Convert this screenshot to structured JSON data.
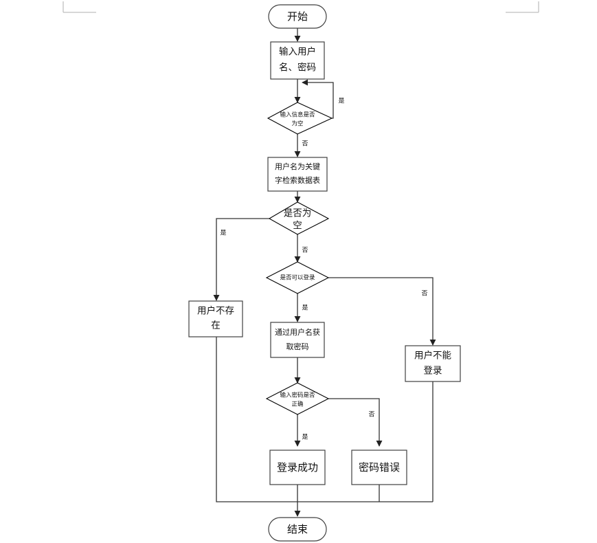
{
  "document": {
    "page_background": "#ffffff",
    "line_color": "#333333",
    "text_color": "#111111",
    "margin_marker_color": "#bfbfbf"
  },
  "chart_data": {
    "type": "flowchart",
    "title": "",
    "orientation": "top-to-bottom",
    "nodes": [
      {
        "id": "start",
        "shape": "terminator",
        "label": "开始",
        "lines": [
          "开始"
        ]
      },
      {
        "id": "input",
        "shape": "process",
        "label": "输入用户名、密码",
        "lines": [
          "输入用户",
          "名、密码"
        ]
      },
      {
        "id": "empty_check",
        "shape": "decision",
        "label": "输入信息是否为空",
        "lines": [
          "输入信息是否",
          "为空"
        ]
      },
      {
        "id": "search_db",
        "shape": "process",
        "label": "用户名为关键字检索数据表",
        "lines": [
          "用户名为关键",
          "字检索数据表"
        ]
      },
      {
        "id": "is_empty",
        "shape": "decision",
        "label": "是否为空",
        "lines": [
          "是否为",
          "空"
        ]
      },
      {
        "id": "can_login",
        "shape": "decision",
        "label": "是否可以登录",
        "lines": [
          "是否可以登录"
        ]
      },
      {
        "id": "no_user",
        "shape": "process",
        "label": "用户不存在",
        "lines": [
          "用户不存",
          "在"
        ]
      },
      {
        "id": "get_password",
        "shape": "process",
        "label": "通过用户名获取密码",
        "lines": [
          "通过用户名获",
          "取密码"
        ]
      },
      {
        "id": "cannot_login",
        "shape": "process",
        "label": "用户不能登录",
        "lines": [
          "用户不能",
          "登录"
        ]
      },
      {
        "id": "pwd_check",
        "shape": "decision",
        "label": "输入密码是否正确",
        "lines": [
          "输入密码是否",
          "正确"
        ]
      },
      {
        "id": "login_ok",
        "shape": "process",
        "label": "登录成功",
        "lines": [
          "登录成功"
        ]
      },
      {
        "id": "pwd_error",
        "shape": "process",
        "label": "密码错误",
        "lines": [
          "密码错误"
        ]
      },
      {
        "id": "end",
        "shape": "terminator",
        "label": "结束",
        "lines": [
          "结束"
        ]
      }
    ],
    "edges": [
      {
        "from": "start",
        "to": "input",
        "label": ""
      },
      {
        "from": "input",
        "to": "empty_check",
        "label": ""
      },
      {
        "from": "empty_check",
        "to": "input",
        "label": "是"
      },
      {
        "from": "empty_check",
        "to": "search_db",
        "label": "否"
      },
      {
        "from": "search_db",
        "to": "is_empty",
        "label": ""
      },
      {
        "from": "is_empty",
        "to": "no_user",
        "label": "是"
      },
      {
        "from": "is_empty",
        "to": "can_login",
        "label": "否"
      },
      {
        "from": "can_login",
        "to": "cannot_login",
        "label": "否"
      },
      {
        "from": "can_login",
        "to": "get_password",
        "label": "是"
      },
      {
        "from": "get_password",
        "to": "pwd_check",
        "label": ""
      },
      {
        "from": "pwd_check",
        "to": "pwd_error",
        "label": "否"
      },
      {
        "from": "pwd_check",
        "to": "login_ok",
        "label": "是"
      },
      {
        "from": "no_user",
        "to": "end",
        "label": ""
      },
      {
        "from": "login_ok",
        "to": "end",
        "label": ""
      },
      {
        "from": "pwd_error",
        "to": "end",
        "label": ""
      },
      {
        "from": "cannot_login",
        "to": "end",
        "label": ""
      }
    ],
    "edge_labels": {
      "yes": "是",
      "no": "否"
    }
  },
  "nodes_text": {
    "start_l1": "开始",
    "input_l1": "输入用户",
    "input_l2": "名、密码",
    "empty_check_l1": "输入信息是否",
    "empty_check_l2": "为空",
    "search_db_l1": "用户名为关键",
    "search_db_l2": "字检索数据表",
    "is_empty_l1": "是否为",
    "is_empty_l2": "空",
    "can_login_l1": "是否可以登录",
    "no_user_l1": "用户不存",
    "no_user_l2": "在",
    "get_password_l1": "通过用户名获",
    "get_password_l2": "取密码",
    "cannot_login_l1": "用户不能",
    "cannot_login_l2": "登录",
    "pwd_check_l1": "输入密码是否",
    "pwd_check_l2": "正确",
    "login_ok_l1": "登录成功",
    "pwd_error_l1": "密码错误",
    "end_l1": "结束"
  },
  "edge_text": {
    "empty_check_yes": "是",
    "empty_check_no": "否",
    "is_empty_yes": "是",
    "is_empty_no": "否",
    "can_login_no": "否",
    "can_login_yes": "是",
    "pwd_check_no": "否",
    "pwd_check_yes": "是"
  }
}
